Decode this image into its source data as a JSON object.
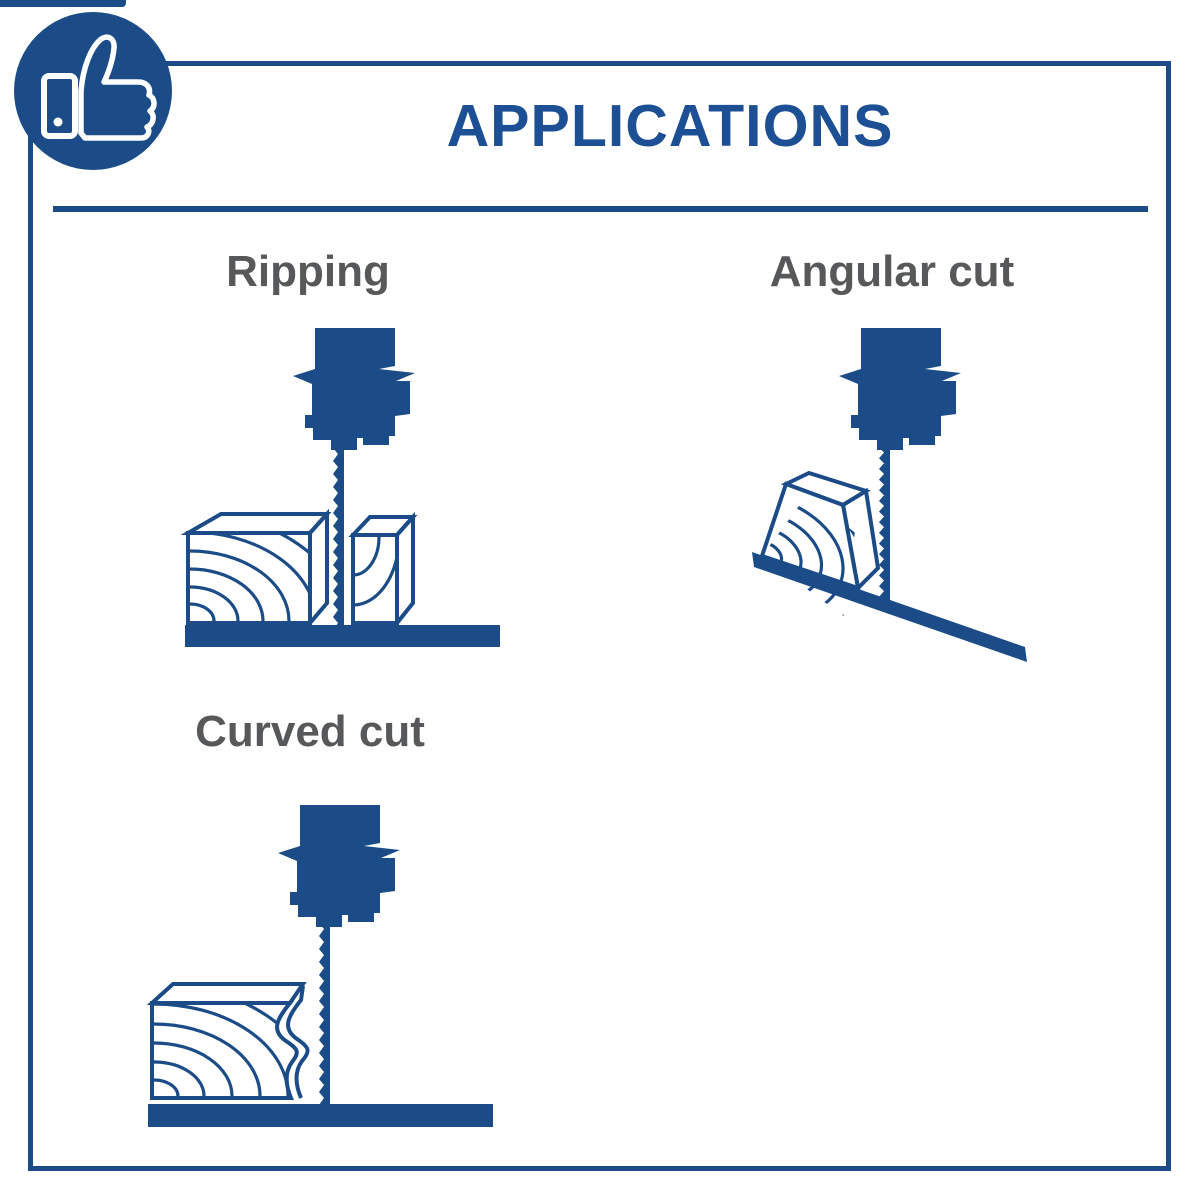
{
  "header": {
    "title": "APPLICATIONS"
  },
  "badge": {
    "icon": "thumbs-up-icon"
  },
  "sections": [
    {
      "id": "ripping",
      "label": "Ripping",
      "illustration": "bandsaw ripping two wood blocks on flat surface"
    },
    {
      "id": "angular-cut",
      "label": "Angular cut",
      "illustration": "bandsaw cutting wood block on inclined surface"
    },
    {
      "id": "curved-cut",
      "label": "Curved cut",
      "illustration": "bandsaw making wavy curved cut in wood block"
    }
  ],
  "icons": {
    "badge": "thumbs-up-icon",
    "tool": "bandsaw-icon",
    "blade": "saw-blade-icon",
    "material": "wood-block",
    "support": "work-surface"
  },
  "colors": {
    "brand_blue": "#1B4C87",
    "title_blue": "#1C4F94",
    "label_gray": "#57585A",
    "background": "#FFFFFF"
  }
}
